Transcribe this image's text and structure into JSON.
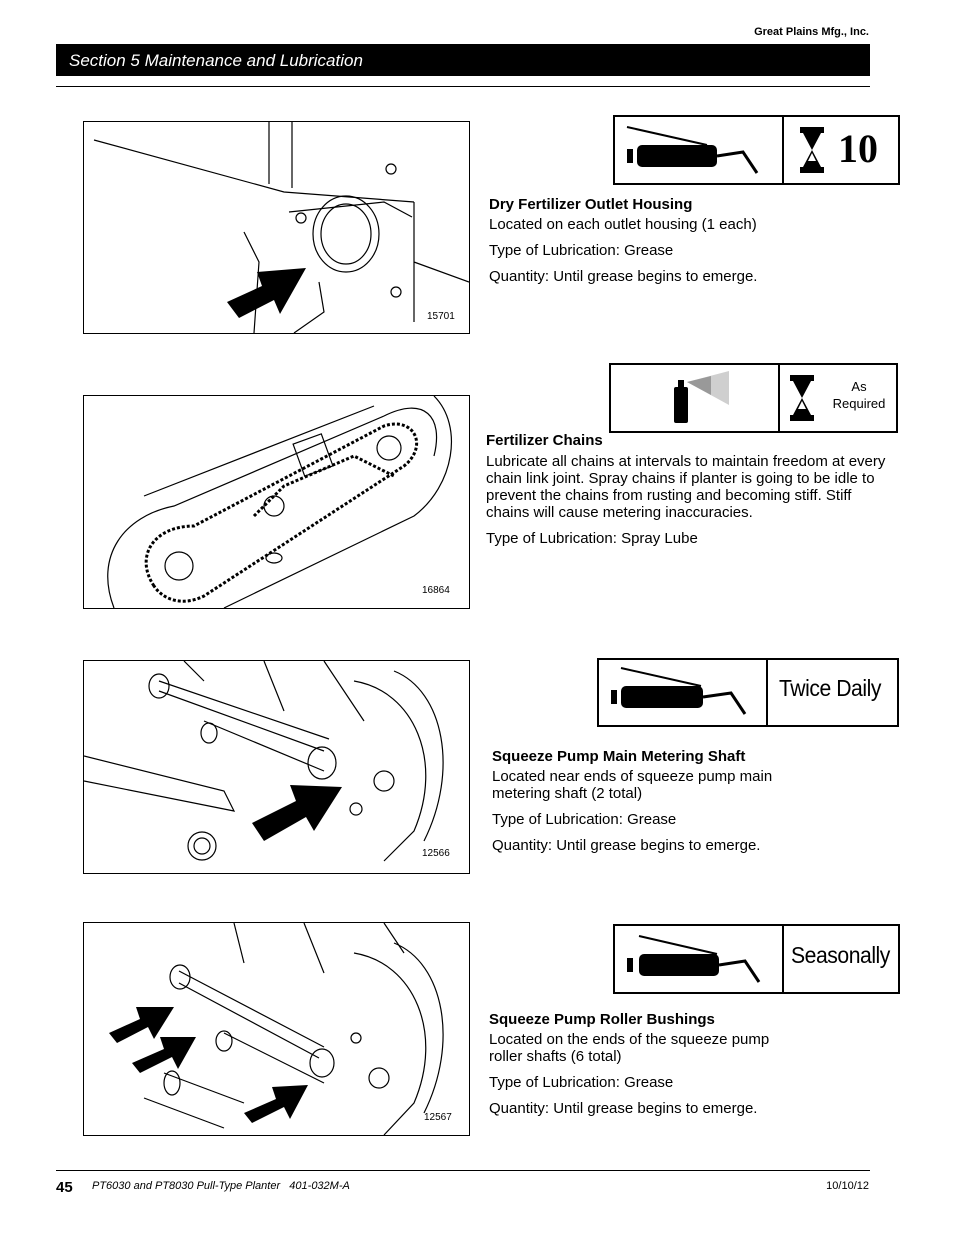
{
  "header": {
    "company": "Great Plains Mfg., Inc.",
    "section_title": "Section 5 Maintenance and Lubrication"
  },
  "items": [
    {
      "figure_number": "15701",
      "frequency": "10",
      "lube_icon": "grease-gun-icon",
      "interval_icon": "hourglass-icon",
      "heading": "Dry Fertilizer Outlet Housing",
      "lines": [
        "Located on each outlet housing (1 each)",
        "Type of Lubrication: Grease",
        "Quantity: Until grease begins to emerge."
      ]
    },
    {
      "figure_number": "16864",
      "frequency_line1": "As",
      "frequency_line2": "Required",
      "lube_icon": "spray-can-icon",
      "interval_icon": "hourglass-icon",
      "heading": "Fertilizer Chains",
      "paragraph": [
        "Lubricate all chains at intervals to maintain freedom at every",
        "chain link joint. Spray chains if planter is going to be idle to",
        "prevent the chains from rusting and becoming stiff. Stiff",
        "chains will cause metering inaccuracies."
      ],
      "line_type": "Type of Lubrication: Spray Lube"
    },
    {
      "figure_number": "12566",
      "frequency": "Twice Daily",
      "lube_icon": "grease-gun-icon",
      "heading": "Squeeze Pump Main Metering Shaft",
      "location": [
        "Located near ends of squeeze pump main",
        "metering shaft (2 total)"
      ],
      "line_type": "Type of Lubrication: Grease",
      "line_qty": "Quantity: Until grease begins to emerge."
    },
    {
      "figure_number": "12567",
      "frequency": "Seasonally",
      "lube_icon": "grease-gun-icon",
      "heading": "Squeeze Pump Roller Bushings",
      "location": [
        "Located on the ends of the squeeze pump",
        "roller shafts (6 total)"
      ],
      "line_type": "Type of Lubrication: Grease",
      "line_qty": "Quantity: Until grease begins to emerge."
    }
  ],
  "footer": {
    "page_number": "45",
    "document": "PT6030 and PT8030 Pull-Type Planter   401-032M-A",
    "date": "10/10/12"
  }
}
